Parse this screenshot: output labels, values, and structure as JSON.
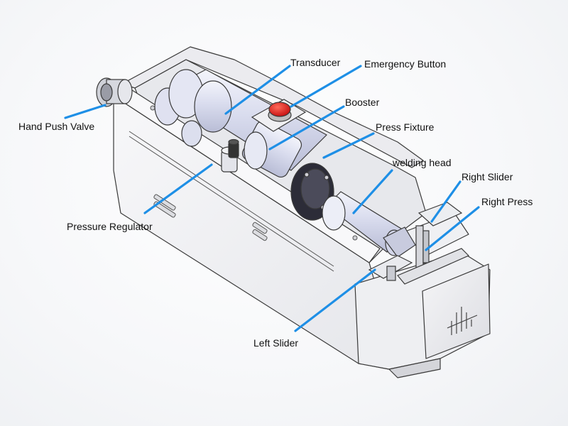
{
  "labels": {
    "transducer": "Transducer",
    "emergency_button": "Emergency Button",
    "hand_push_valve": "Hand Push Valve",
    "booster": "Booster",
    "press_fixture": "Press Fixture",
    "welding_head": "welding head",
    "right_slider": "Right Slider",
    "right_press": "Right Press",
    "pressure_regulator": "Pressure Regulator",
    "left_slider": "Left Slider"
  },
  "colors": {
    "leader_line": "#1e8fe6",
    "outline": "#3a3a3a",
    "housing_fill": "#f4f4f6",
    "housing_shade": "#e4e5e9",
    "inner_fill": "#ececf0",
    "cylinder_fill": "#d8dbec",
    "emergency_red": "#e01818"
  }
}
